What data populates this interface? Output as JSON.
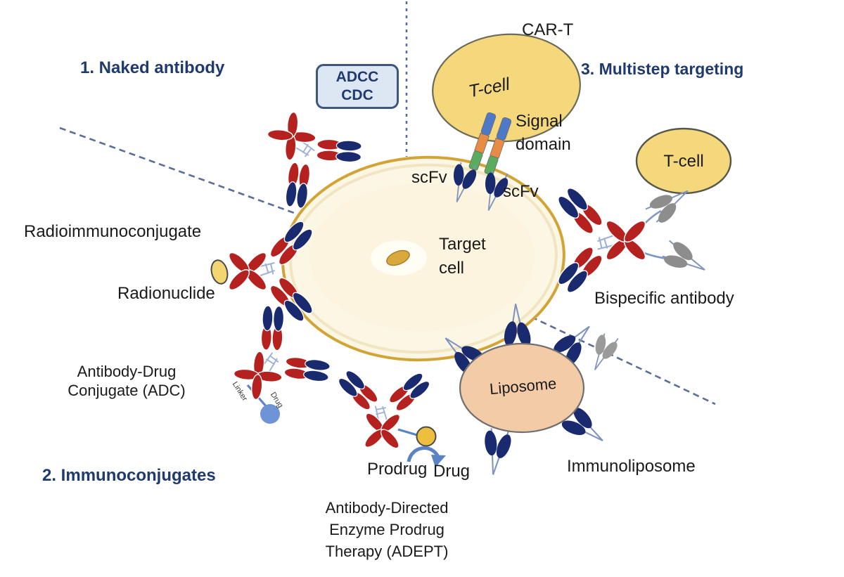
{
  "headings": {
    "naked": "1. Naked antibody",
    "immunoconjugates": "2. Immunoconjugates",
    "multistep": "3. Multistep targeting"
  },
  "effects_box": {
    "adcc": "ADCC",
    "cdc": "CDC"
  },
  "car_t": {
    "label": "CAR-T",
    "cell_label": "T-cell",
    "signal_line1": "Signal",
    "signal_line2": "domain",
    "scfv_left": "scFv",
    "scfv_right": "scFv"
  },
  "target_cell": {
    "line1": "Target",
    "line2": "cell"
  },
  "multistep": {
    "t_cell_label": "T-cell",
    "bispecific_label": "Bispecific antibody"
  },
  "immunoconjugates": {
    "radioimmunoconjugate": "Radioimmunoconjugate",
    "radionuclide": "Radionuclide",
    "adc_line1": "Antibody-Drug",
    "adc_line2": "Conjugate (ADC)",
    "linker": "Linker",
    "drug": "Drug",
    "prodrug": "Prodrug",
    "released_drug": "Drug",
    "adept_line1": "Antibody-Directed",
    "adept_line2": "Enzyme Prodrug",
    "adept_line3": "Therapy (ADEPT)"
  },
  "liposome": {
    "label": "Liposome",
    "caption": "Immunoliposome"
  },
  "colors": {
    "antibody_red": "#b5211e",
    "antibody_navy": "#1a2a6e",
    "heading_navy": "#1f3a6e",
    "cell_fill": "#fcf6e4",
    "cell_border": "#d2a435",
    "t_cell_fill": "#f5d87c",
    "liposome_fill": "#f3cba6",
    "effects_box_fill": "#dce7f3",
    "effects_box_border": "#3d5680",
    "drug_blue": "#6e93d6",
    "enzyme_yellow": "#edbf3e",
    "linker_blue": "#5b82c4",
    "dash_gray_blue": "#5a6e96",
    "car_segment_blue": "#4d79c7",
    "car_segment_orange": "#e88b44",
    "car_segment_green": "#5aab5e",
    "scfv_gray": "#8d8d8d",
    "radionuclide_yellow": "#f3d671"
  }
}
